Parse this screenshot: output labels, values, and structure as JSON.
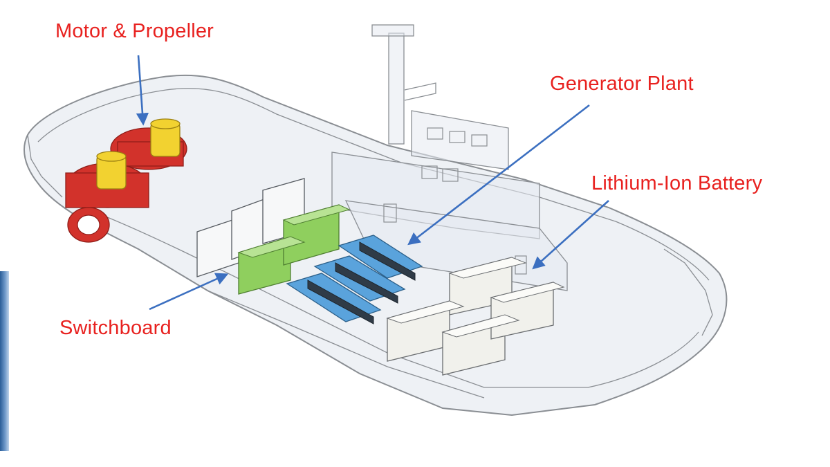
{
  "colors": {
    "label_text": "#e8211f",
    "arrow": "#3b6fc0",
    "hull_line": "#8a8e93",
    "hull_fill": "#eef1f5",
    "thruster_red": "#d2322b",
    "motor_yellow": "#f2d230",
    "switchboard_green": "#8fcf5e",
    "generator_blue": "#5aa3dc",
    "battery_white": "#f1f1ec",
    "side_strip": "#4a7fb9"
  },
  "labels": {
    "motor": "Motor & Propeller",
    "generator": "Generator Plant",
    "battery": "Lithium-Ion Battery",
    "switchboard": "Switchboard"
  },
  "icons": {
    "vessel": "tugboat-cutaway",
    "arrow": "callout-arrow"
  }
}
